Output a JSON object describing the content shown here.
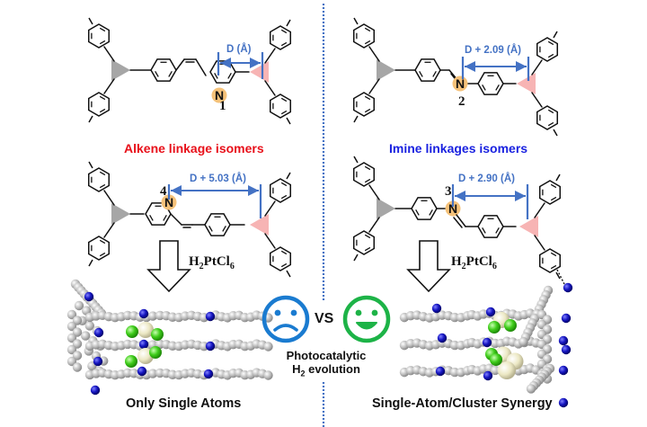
{
  "figure": {
    "left_panel": {
      "section_title": "Alkene linkage isomers",
      "title_color": "#e8101a",
      "isomer_1": {
        "number": "1",
        "distance_label": "D (Å)",
        "heteroatom": "N"
      },
      "isomer_4": {
        "number": "4",
        "distance_label": "D + 5.03 (Å)",
        "heteroatom": "N"
      },
      "reagent": {
        "base": "H",
        "sub1": "2",
        "mid": "PtCl",
        "sub2": "6"
      },
      "outcome_label": "Only Single Atoms",
      "outcome_mood": "sad"
    },
    "right_panel": {
      "section_title": "Imine linkages isomers",
      "title_color": "#1a22e0",
      "isomer_2": {
        "number": "2",
        "distance_label": "D + 2.09 (Å)",
        "heteroatom": "N"
      },
      "isomer_3": {
        "number": "3",
        "distance_label": "D + 2.90 (Å)",
        "heteroatom": "N"
      },
      "reagent": {
        "base": "H",
        "sub1": "2",
        "mid": "PtCl",
        "sub2": "6"
      },
      "outcome_label": "Single-Atom/Cluster Synergy",
      "outcome_mood": "happy"
    },
    "center": {
      "comparison": "VS",
      "caption_line1": "Photocatalytic",
      "caption_line2_prefix": "H",
      "caption_line2_sub": "2",
      "caption_line2_suffix": " evolution",
      "sad_face_color": "#1a7bd0",
      "happy_face_color": "#1db347"
    },
    "colors": {
      "distance_bar": "#4472c4",
      "nitrogen_highlight": "#f5c27a",
      "left_node": "#a6a6a6",
      "right_node": "#f7b4b4",
      "divider": "#4472c4",
      "carbon_atom": "#b8b8b8",
      "nitrogen_atom": "#1a1ac8",
      "chlorine_atom": "#44cc22",
      "platinum_atom": "#e8e4c0"
    }
  }
}
